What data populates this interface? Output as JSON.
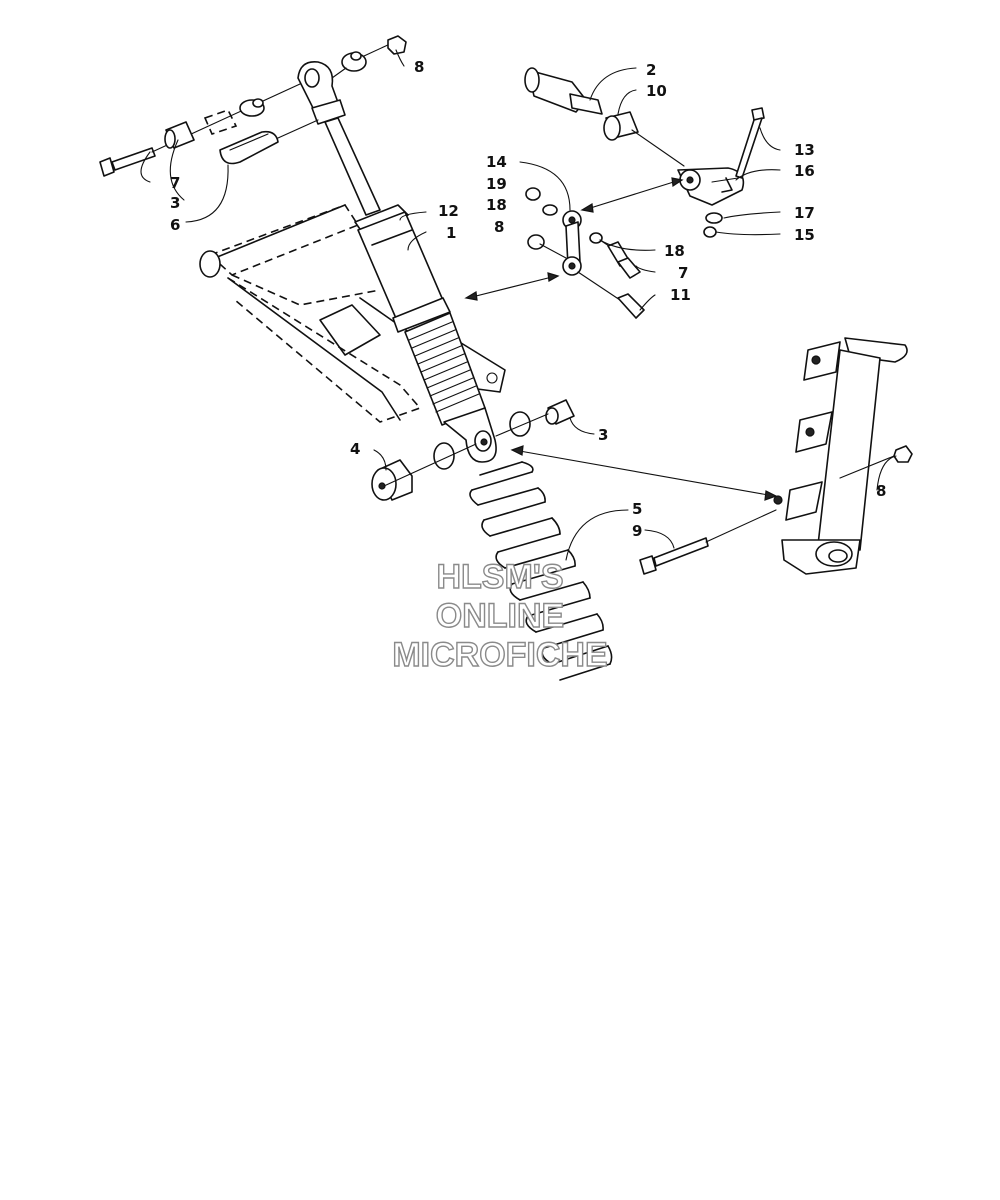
{
  "callouts": {
    "c1": "1",
    "c2": "2",
    "c3a": "3",
    "c3b": "3",
    "c4": "4",
    "c5": "5",
    "c6": "6",
    "c7a": "7",
    "c7b": "7",
    "c8a": "8",
    "c8b": "8",
    "c8c": "8",
    "c9": "9",
    "c10": "10",
    "c11": "11",
    "c12": "12",
    "c13": "13",
    "c14": "14",
    "c15": "15",
    "c16": "16",
    "c17": "17",
    "c18a": "18",
    "c18b": "18",
    "c19": "19"
  },
  "watermark": {
    "line1": "HLSM'S",
    "line2": "ONLINE",
    "line3": "MICROFICHE"
  }
}
